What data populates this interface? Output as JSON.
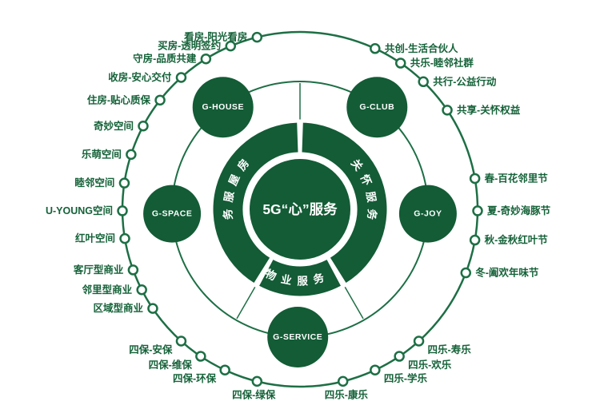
{
  "colors": {
    "brand": "#135c36",
    "stroke": "#1d6f45",
    "label": "#156239",
    "node_text": "#ffffff"
  },
  "center": {
    "title": "5G“心”服务"
  },
  "ring": {
    "segments": [
      {
        "id": "care",
        "label": "关怀服务",
        "arc": [
          2,
          148
        ],
        "chars_start": 52,
        "chars_step": 14,
        "mode": "side"
      },
      {
        "id": "property",
        "label": "物业服务",
        "arc": [
          152,
          208
        ],
        "chars_start": 204,
        "chars_step": -13,
        "mode": "bottom"
      },
      {
        "id": "house",
        "label": "房屋服务",
        "arc": [
          212,
          358
        ],
        "chars_start": -52,
        "chars_step": -14,
        "mode": "side"
      }
    ]
  },
  "dividers": [
    0,
    150,
    210
  ],
  "nodes": [
    {
      "label": "G-HOUSE",
      "angle": -37,
      "r": 38
    },
    {
      "label": "G-CLUB",
      "angle": 37,
      "r": 38
    },
    {
      "label": "G-SPACE",
      "angle": -92,
      "r": 36
    },
    {
      "label": "G-JOY",
      "angle": 92,
      "r": 36
    },
    {
      "label": "G-SERVICE",
      "angle": 181,
      "r": 38
    }
  ],
  "outer_items": [
    {
      "label": "共创-生活合伙人",
      "angle": 25
    },
    {
      "label": "共乐-睦邻社群",
      "angle": 34.5
    },
    {
      "label": "共行-公益行动",
      "angle": 44
    },
    {
      "label": "共享-关怀权益",
      "angle": 56
    },
    {
      "label": "春-百花邻里节",
      "angle": 80
    },
    {
      "label": "夏-奇妙海豚节",
      "angle": 90.5
    },
    {
      "label": "秋-金秋红叶节",
      "angle": 100
    },
    {
      "label": "冬-阖欢年味节",
      "angle": 111
    },
    {
      "label": "四乐-寿乐",
      "angle": 138
    },
    {
      "label": "四乐-欢乐",
      "angle": 146
    },
    {
      "label": "四乐-学乐",
      "angle": 155
    },
    {
      "label": "四乐-康乐",
      "angle": 166
    },
    {
      "label": "四保-绿保",
      "angle": -166
    },
    {
      "label": "四保-环保",
      "angle": -155
    },
    {
      "label": "四保-维保",
      "angle": -146
    },
    {
      "label": "四保-安保",
      "angle": -138
    },
    {
      "label": "区域型商业",
      "angle": -124
    },
    {
      "label": "邻里型商业",
      "angle": -117
    },
    {
      "label": "客厅型商业",
      "angle": -110
    },
    {
      "label": "红叶空间",
      "angle": -99.5
    },
    {
      "label": "U-YOUNG空间",
      "angle": -90.5
    },
    {
      "label": "睦邻空间",
      "angle": -81.5
    },
    {
      "label": "乐萌空间",
      "angle": -72
    },
    {
      "label": "奇妙空间",
      "angle": -62
    },
    {
      "label": "住房-贴心质保",
      "angle": -52
    },
    {
      "label": "收房-安心交付",
      "angle": -42
    },
    {
      "label": "守房-品质共建",
      "angle": -32
    },
    {
      "label": "买房-透明签约",
      "angle": -23
    },
    {
      "label": "看房-阳光看房",
      "angle": -14
    }
  ]
}
